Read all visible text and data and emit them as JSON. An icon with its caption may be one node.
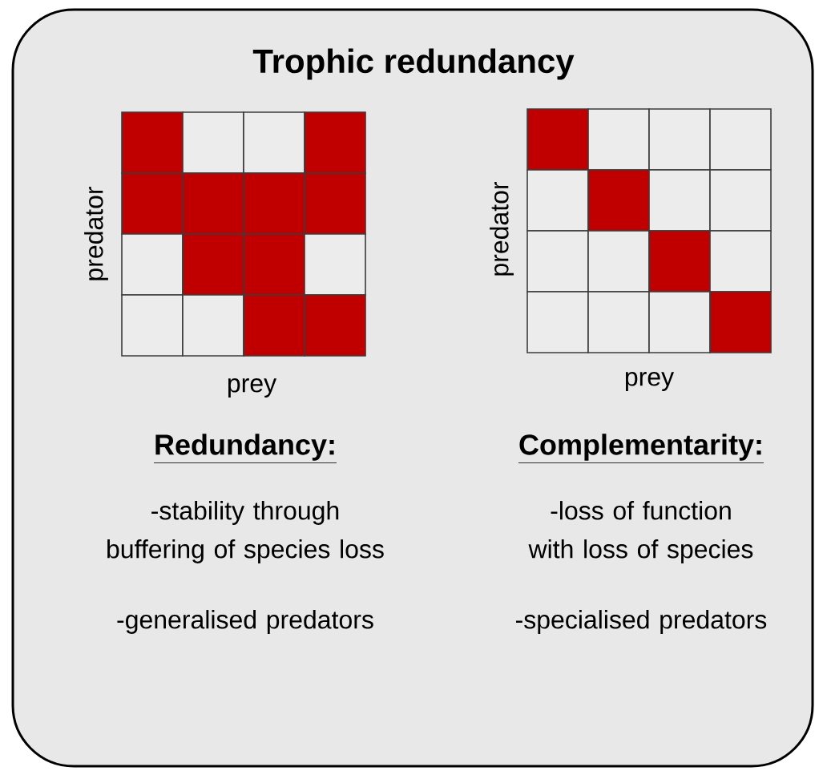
{
  "diagram": {
    "title": "Trophic redundancy",
    "labels": [
      "predator",
      "predator",
      "prey",
      "prey",
      "Redundancy:",
      "Complementarity:",
      "-stability through buffering of species loss",
      "-loss of function with loss of species",
      "-generalised predators",
      "-specialised predators"
    ]
  }
}
